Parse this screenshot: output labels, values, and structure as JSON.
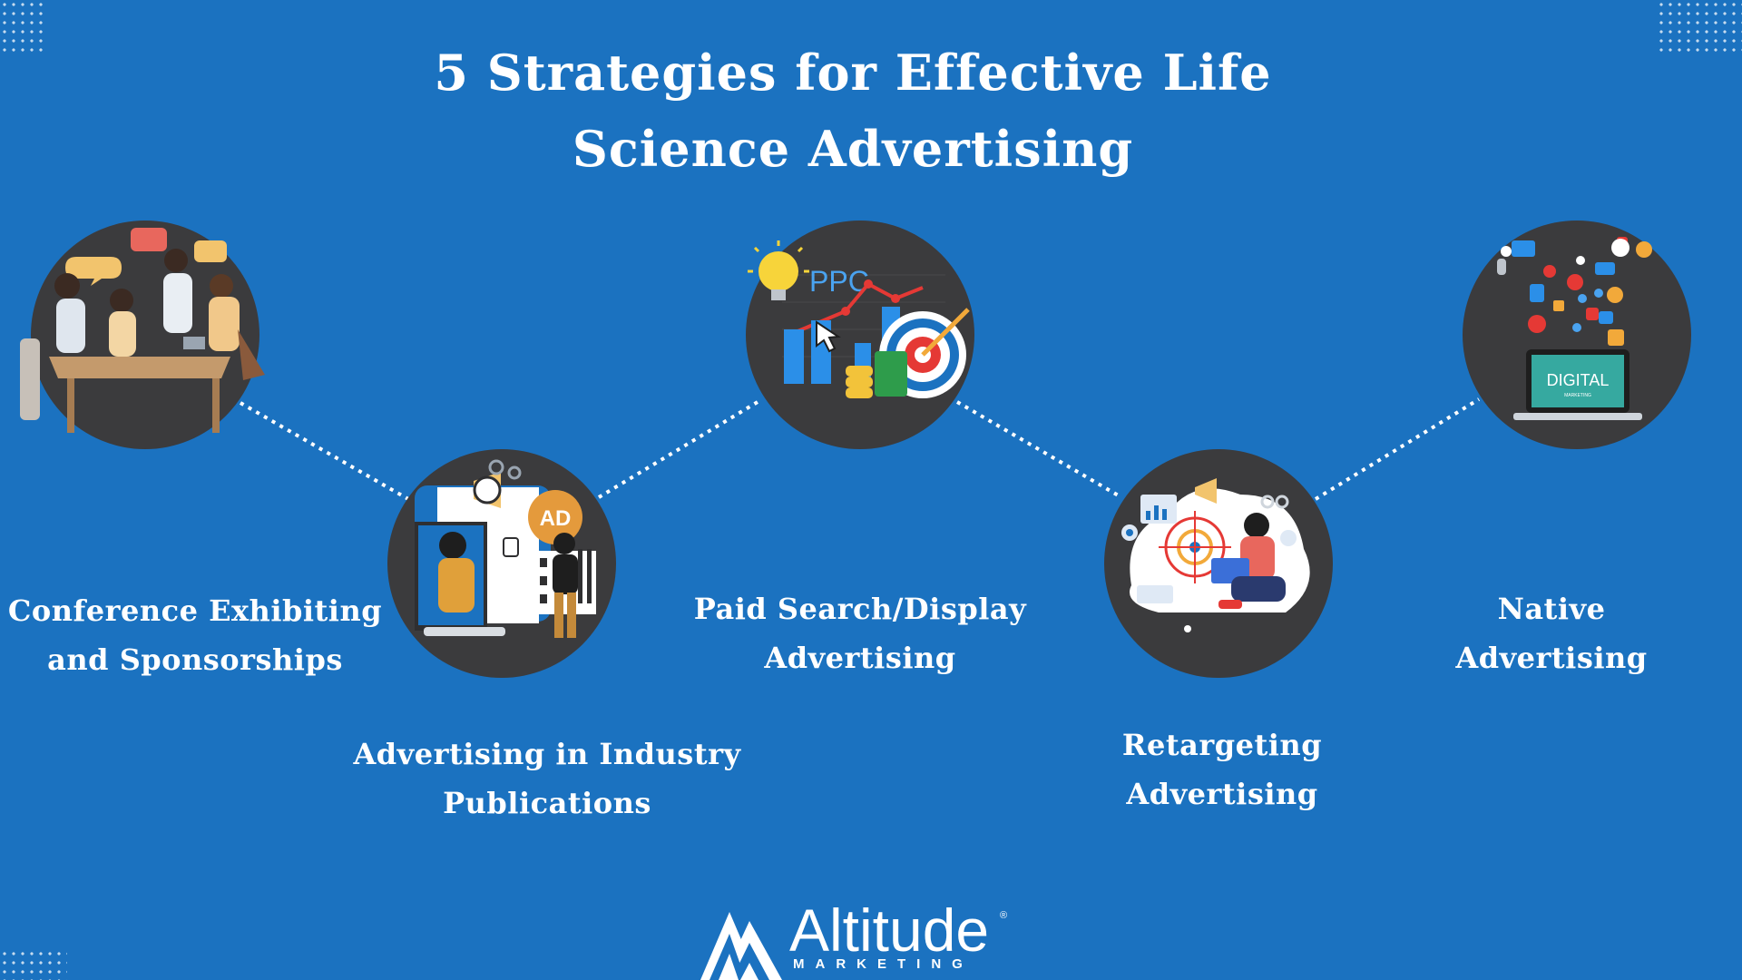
{
  "title": "5 Strategies for Effective Life Science Advertising",
  "strategies": [
    {
      "label_line1": "Conference Exhibiting",
      "label_line2": "and Sponsorships",
      "icon": "conference-meeting-icon"
    },
    {
      "label_line1": "Advertising in Industry",
      "label_line2": "Publications",
      "icon": "publication-ad-icon",
      "badge": "AD"
    },
    {
      "label_line1": "Paid Search/Display",
      "label_line2": "Advertising",
      "icon": "ppc-chart-icon",
      "badge": "PPC"
    },
    {
      "label_line1": "Retargeting",
      "label_line2": "Advertising",
      "icon": "retargeting-icon"
    },
    {
      "label_line1": "Native",
      "label_line2": "Advertising",
      "icon": "digital-marketing-icon",
      "badge": "DIGITAL",
      "badge_sub": "MARKETING"
    }
  ],
  "logo": {
    "name": "Altitude",
    "sub": "MARKETING",
    "reg": "®"
  },
  "colors": {
    "background": "#1b72c0",
    "circle": "#3b3b3d",
    "text": "#ffffff"
  }
}
